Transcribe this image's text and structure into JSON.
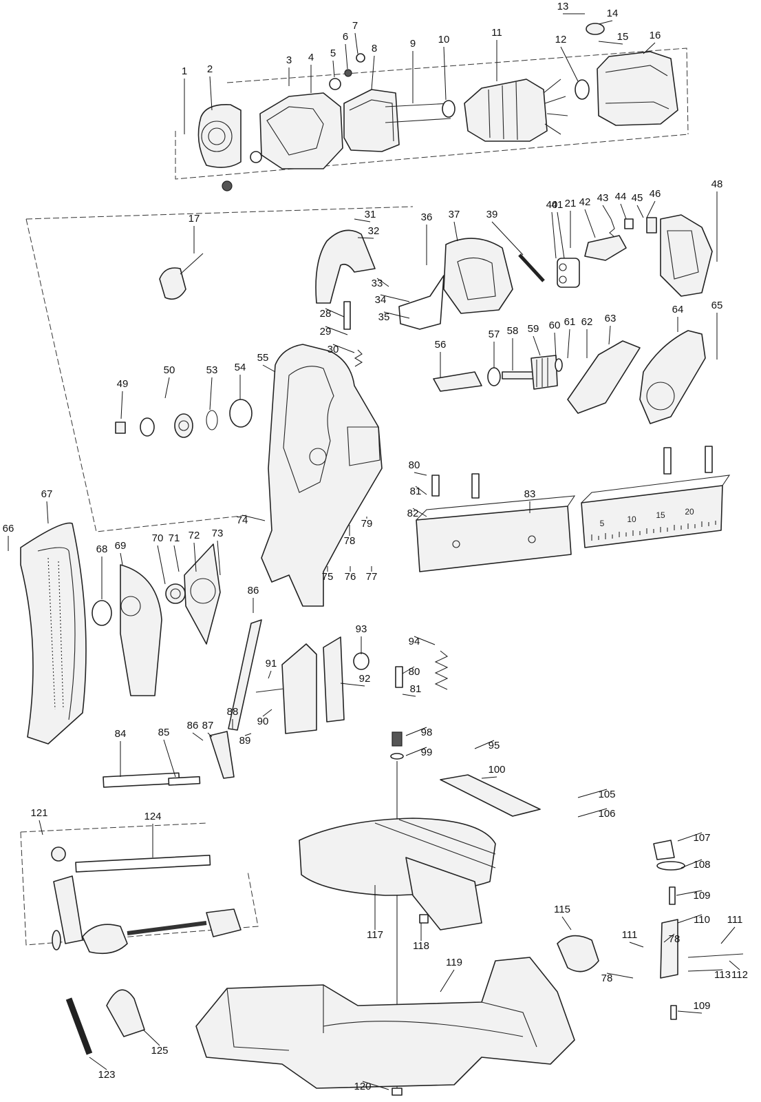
{
  "callouts": [
    "1",
    "2",
    "3",
    "4",
    "5",
    "6",
    "7",
    "8",
    "9",
    "10",
    "11",
    "12",
    "13",
    "14",
    "15",
    "16",
    "17",
    "21",
    "28",
    "29",
    "30",
    "31",
    "32",
    "33",
    "34",
    "35",
    "36",
    "37",
    "39",
    "40",
    "41",
    "42",
    "43",
    "44",
    "45",
    "46",
    "48",
    "49",
    "50",
    "53",
    "54",
    "55",
    "56",
    "57",
    "58",
    "59",
    "60",
    "61",
    "62",
    "63",
    "64",
    "65",
    "66",
    "67",
    "68",
    "69",
    "70",
    "71",
    "72",
    "73",
    "74",
    "75",
    "76",
    "77",
    "78",
    "79",
    "80",
    "81",
    "82",
    "83",
    "84",
    "85",
    "86",
    "87",
    "88",
    "89",
    "90",
    "91",
    "92",
    "93",
    "94",
    "95",
    "98",
    "99",
    "100",
    "105",
    "106",
    "107",
    "108",
    "109",
    "110",
    "111",
    "112",
    "113",
    "115",
    "117",
    "118",
    "119",
    "120",
    "121",
    "123",
    "124",
    "125"
  ],
  "scale_labels": [
    "5",
    "10",
    "15",
    "20"
  ],
  "colors": {
    "line": "#222222",
    "fill": "#f2f2f2",
    "background": "#ffffff"
  }
}
